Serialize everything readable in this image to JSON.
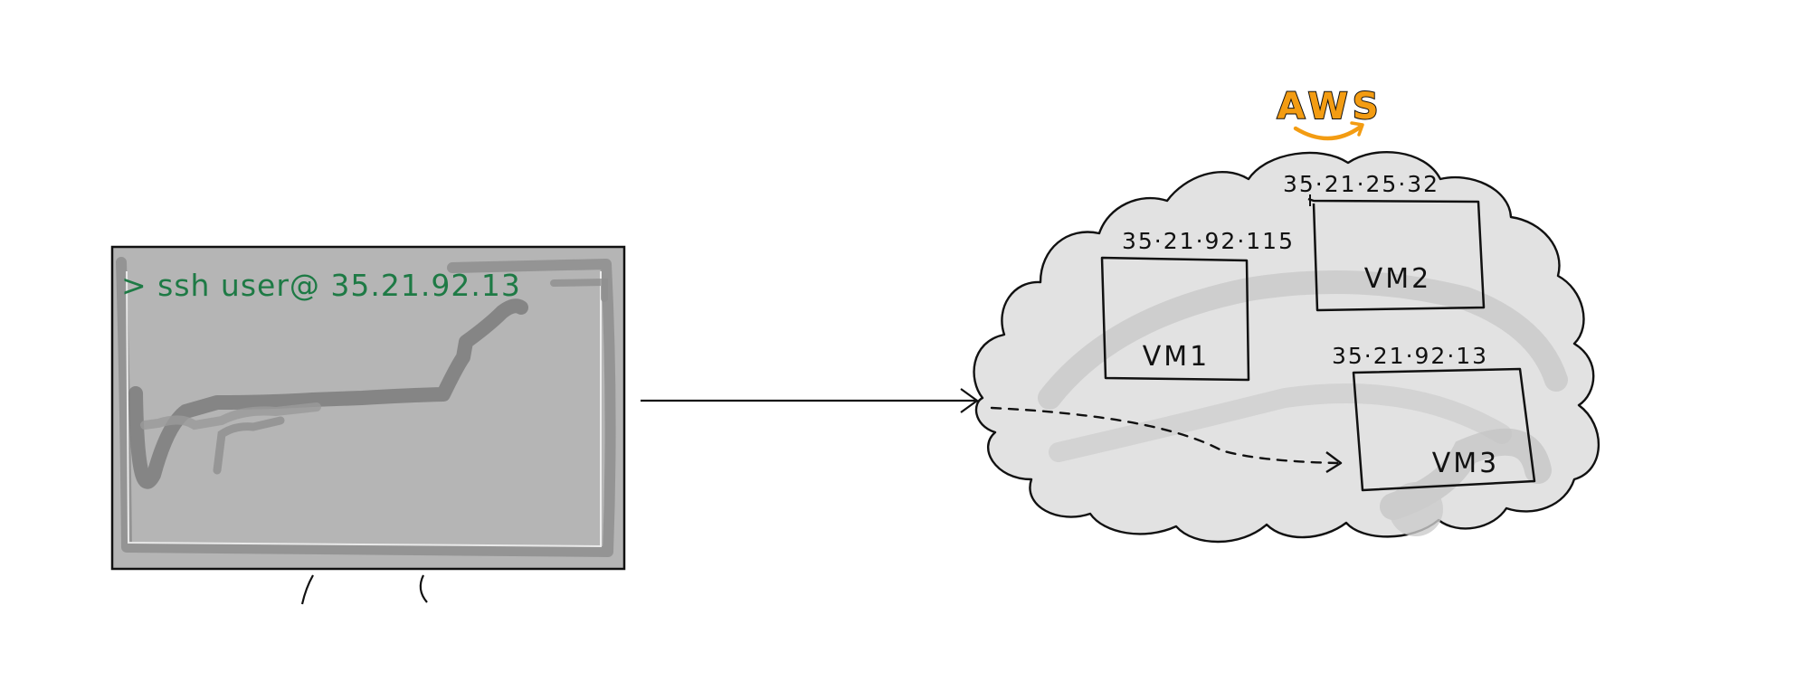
{
  "terminal": {
    "command": "> ssh  user@ 35.21.92.13"
  },
  "cloud": {
    "provider_logo": "AWS",
    "vms": [
      {
        "label": "VM1",
        "ip": "35·21·92·115"
      },
      {
        "label": "VM2",
        "ip": "35·21·25·32"
      },
      {
        "label": "VM3",
        "ip": "35·21·92·13"
      }
    ]
  },
  "colors": {
    "terminal_text": "#1e7a45",
    "aws_orange": "#f39c12",
    "cloud_fill": "#e2e2e2",
    "screen_fill": "#b5b5b5",
    "stroke": "#111111"
  }
}
